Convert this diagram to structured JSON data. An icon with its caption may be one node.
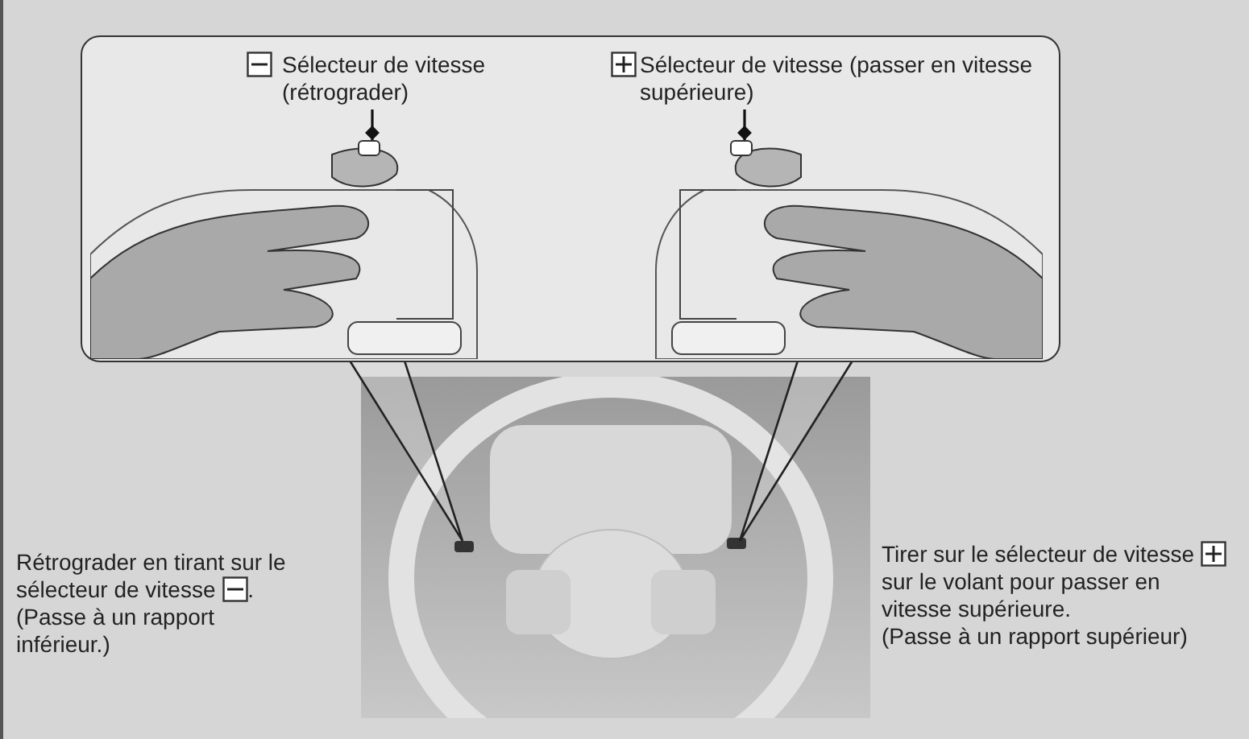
{
  "diagram": {
    "nodes": [
      {
        "text": [],
        "shape": "box"
      },
      {
        "text": [
          "Sélecteur de vitesse (rétrograder)"
        ],
        "in": 0
      },
      {
        "text": [],
        "shape": "box",
        "in": 0
      },
      {
        "text": [],
        "shape": "box"
      },
      {
        "text": [
          "Sélecteur de vitesse (passer en vitesse supérieure)"
        ],
        "in": 3
      },
      {
        "text": [],
        "shape": "box",
        "in": 3
      }
    ],
    "edges": [
      {
        "from": 1,
        "to": 2,
        "arrow": "other"
      },
      {
        "from": 4,
        "to": 5,
        "arrow": "other"
      }
    ],
    "labels": [
      "Rétrograder en tirant sur le sélecteur de vitesse",
      ".",
      "(Passe à un rapport inférieur.)",
      "Tirer sur le sélecteur de vitesse",
      "sur le volant pour passer en vitesse supérieure.",
      "(Passe à un rapport supérieur)"
    ]
  }
}
